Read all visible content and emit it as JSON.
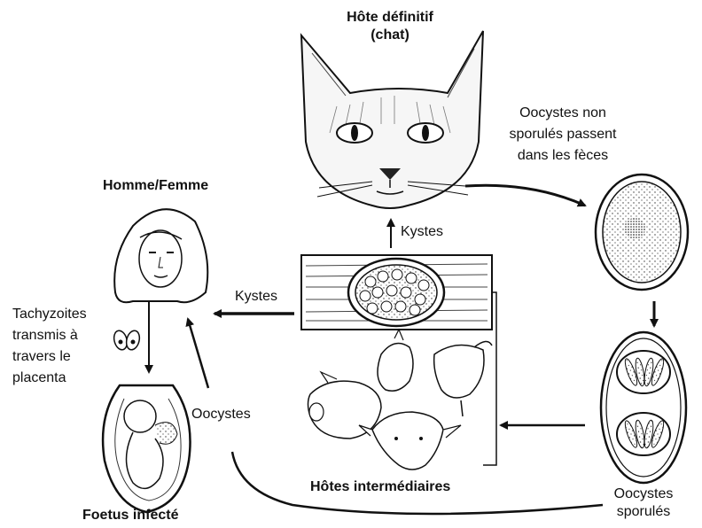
{
  "labels": {
    "definitive_host_line1": "Hôte définitif",
    "definitive_host_line2": "(chat)",
    "unsporulated_line1": "Oocystes non",
    "unsporulated_line2": "sporulés passent",
    "unsporulated_line3": "dans les fèces",
    "human_host": "Homme/Femme",
    "kystes_up": "Kystes",
    "kystes_left": "Kystes",
    "tachy_line1": "Tachyzoites",
    "tachy_line2": "transmis à",
    "tachy_line3": "travers le",
    "tachy_line4": "placenta",
    "oocystes_mid": "Oocystes",
    "intermediate_hosts": "Hôtes intermédiaires",
    "sporulated_line1": "Oocystes",
    "sporulated_line2": "sporulés",
    "infected_fetus": "Foetus infecté"
  },
  "icons": {
    "cat": "cat-head-illustration",
    "woman": "woman-head-illustration",
    "fetus": "fetus-in-uterus-illustration",
    "tissue_cyst": "muscle-tissue-cyst",
    "animals": "intermediate-hosts-animals",
    "oocyst_unsporulated": "unsporulated-oocyst",
    "oocyst_sporulated": "sporulated-oocyst",
    "tachyzoites": "tachyzoites"
  }
}
